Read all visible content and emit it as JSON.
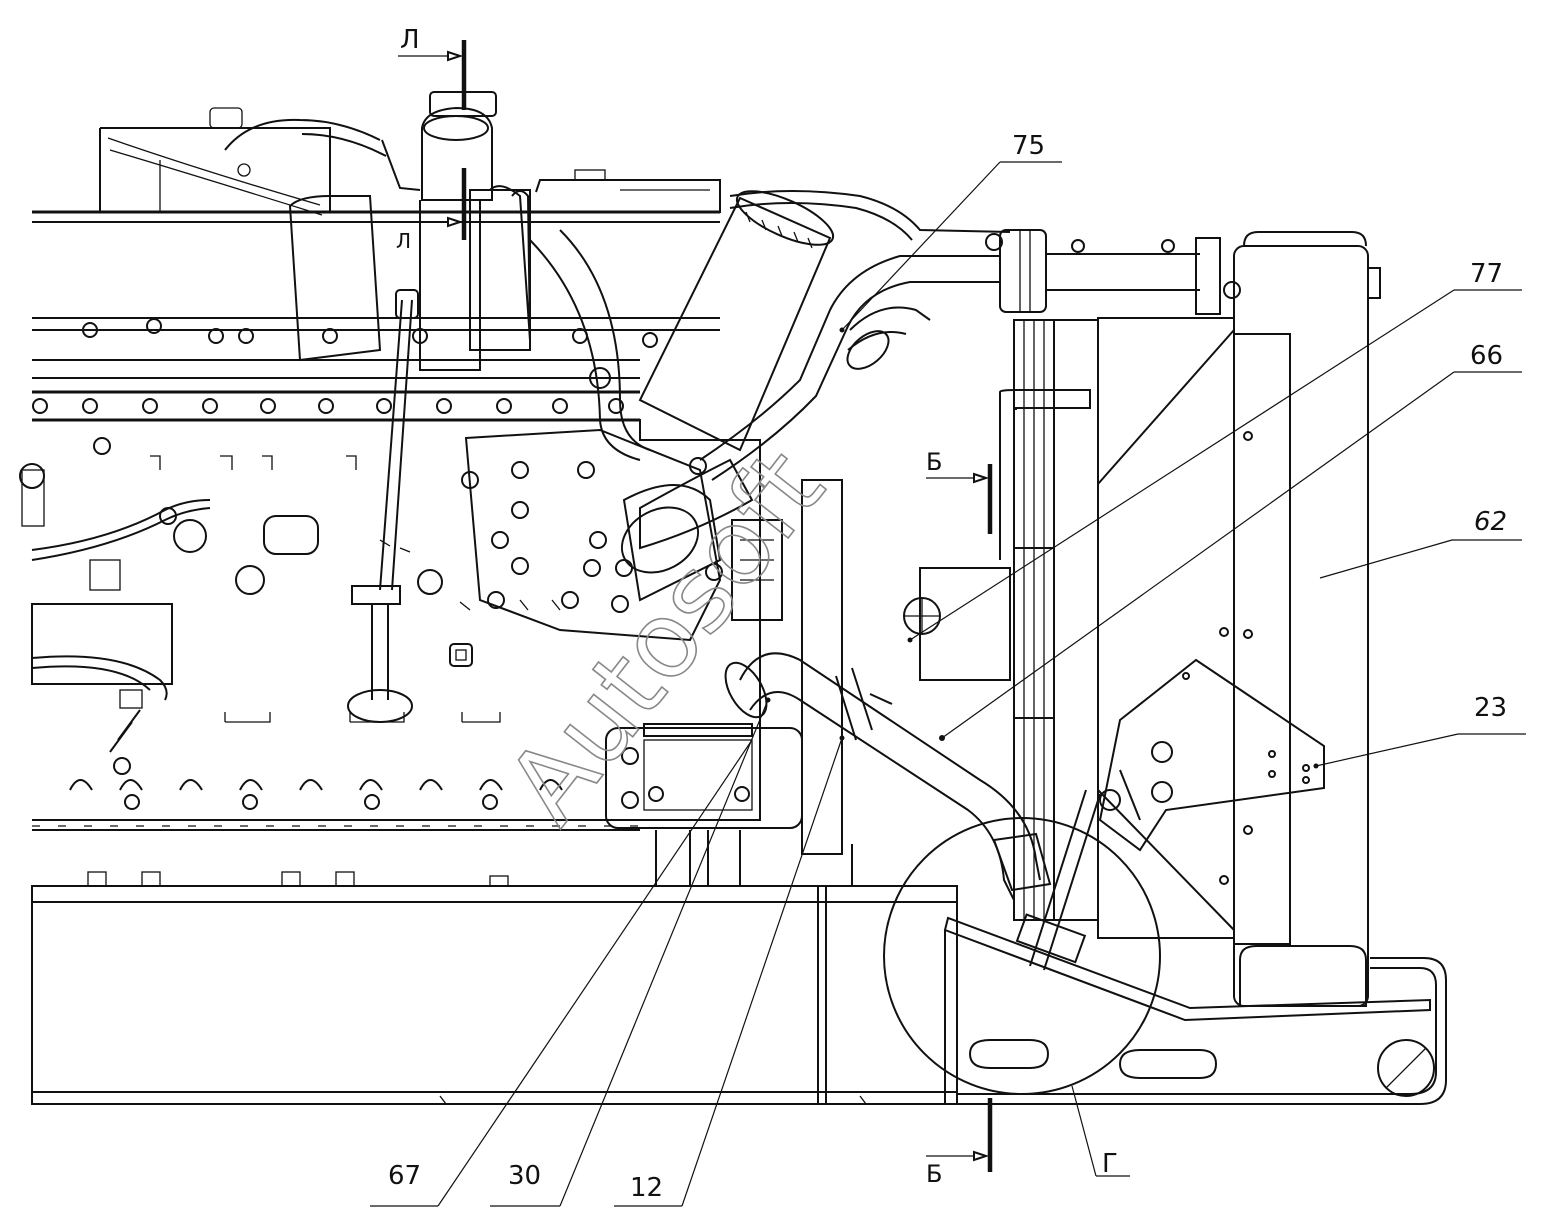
{
  "callouts": {
    "c75": "75",
    "c77": "77",
    "c66": "66",
    "c62": "62",
    "c23": "23",
    "c67": "67",
    "c30": "30",
    "c12": "12",
    "detail_g": "Г"
  },
  "sections": {
    "l_top": "Л",
    "l_mid": "Л",
    "b_mid": "Б",
    "b_bottom": "Б"
  },
  "watermark": "Autosoft"
}
